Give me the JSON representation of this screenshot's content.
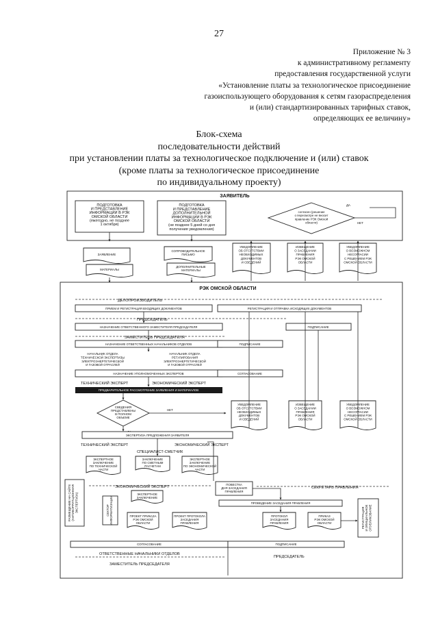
{
  "page_number": "27",
  "appendix": {
    "lines": [
      "Приложение № 3",
      "к административному регламенту",
      "предоставления государственной услуги",
      "«Установление платы за технологическое присоединение",
      "газоиспользующего оборудования к сетям газораспределения",
      "и (или) стандартизированных тарифных ставок,",
      "определяющих ее величину»"
    ]
  },
  "scheme_title": {
    "lines": [
      "Блок-схема",
      "последовательности действий",
      "при установлении платы за технологическое подключение и (или) ставок",
      "(кроме платы за технологическое присоединение",
      "по индивидуальному проекту)"
    ]
  },
  "diagram": {
    "applicant": {
      "header": "ЗАЯВИТЕЛЬ",
      "prep_1": [
        "ПОДГОТОВКА",
        "И ПРЕДСТАВЛЕНИЕ",
        "ИНФОРМАЦИИ В РЭК",
        "ОМСКОЙ ОБЛАСТИ",
        "(ежегодно, не позднее",
        "1 октября)"
      ],
      "prep_2": [
        "ПОДГОТОВКА",
        "И ПРЕДСТАВЛЕНИЕ",
        "ДОПОЛНИТЕЛЬНОЙ",
        "ИНФОРМАЦИИ В РЭК",
        "ОМСКОЙ ОБЛАСТИ",
        "(не позднее 5 дней со дня",
        "получения уведомления)"
      ],
      "decision": [
        "согласен (решение",
        "о пересмотре не вносит",
        "правление РЭК Омской",
        "области)"
      ],
      "yes": "ДА",
      "no": "НЕТ"
    },
    "docs_top": {
      "statement": "ЗАЯВЛЕНИЕ",
      "materials": "МАТЕРИАЛЫ",
      "cover_letter": [
        "СОПРОВОДИТЕЛЬНОЕ",
        "ПИСЬМО"
      ],
      "extra_materials": [
        "ДОПОЛНИТЕЛЬНЫЕ",
        "МАТЕРИАЛЫ"
      ],
      "notice_1": [
        "УВЕДОМЛЕНИЕ",
        "ОБ ОТСУТСТВИИ",
        "НЕОБХОДИМЫХ",
        "ДОКУМЕНТОВ",
        "И СВЕДЕНИЙ"
      ],
      "notice_2": [
        "ИЗВЕЩЕНИЕ",
        "О ЗАСЕДАНИИ",
        "ПРАВЛЕНИЯ",
        "РЭК ОМСКОЙ",
        "ОБЛАСТИ"
      ],
      "notice_3": [
        "УВЕДОМЛЕНИЕ",
        "О ВОЗМОЖНОМ",
        "НЕСОГЛАСИИ",
        "С РЕШЕНИЕМ РЭК",
        "ОМСКОЙ ОБЛАСТИ"
      ]
    },
    "rek": {
      "header": "РЭК ОМСКОЙ ОБЛАСТИ",
      "clerk": "ДЕЛОПРОИЗВОДИТЕЛЬ",
      "receipt": "ПРИЕМ И РЕГИСТРАЦИЯ ВХОДЯЩИХ ДОКУМЕНТОВ",
      "outgoing": "РЕГИСТРАЦИЯ И ОТПРАВКА ИСХОДЯЩИХ ДОКУМЕНТОВ",
      "chairman": "ПРЕДСЕДАТЕЛЬ",
      "assign_deputy": "НАЗНАЧЕНИЕ ОТВЕТСТВЕННОГО ЗАМЕСТИТЕЛЯ ПРЕДСЕДАТЕЛЯ",
      "signing_1": "ПОДПИСАНИЕ",
      "deputy": "ЗАМЕСТИТЕЛЬ ПРЕДСЕДАТЕЛЯ",
      "assign_heads": "НАЗНАЧЕНИЕ ОТВЕТСТВЕННЫХ НАЧАЛЬНИКОВ ОТДЕЛОВ",
      "signing_2": "ПОДПИСАНИЕ",
      "head_tech": [
        "НАЧАЛЬНИК ОТДЕЛА",
        "ТЕХНИЧЕСКОЙ ЭКСПЕРТИЗЫ",
        "ЭЛЕКТРОЭНЕРГЕТИЧЕСКОЙ",
        "И ГАЗОВОЙ ОТРАСЛЕЙ"
      ],
      "head_reg": [
        "НАЧАЛЬНИК ОТДЕЛА",
        "РЕГУЛИРОВАНИЯ",
        "ЭЛЕКТРОЭНЕРГЕТИЧЕСКОЙ",
        "И ГАЗОВОЙ ОТРАСЛЕЙ"
      ],
      "assign_experts": "НАЗНАЧЕНИЕ УПОЛНОМОЧЕННЫХ ЭКСПЕРТОВ",
      "approval": "СОГЛАСОВАНИЕ",
      "tech_expert": "ТЕХНИЧЕСКИЙ ЭКСПЕРТ",
      "econ_expert": "ЭКОНОМИЧЕСКИЙ ЭКСПЕРТ",
      "preliminary": "ПРЕДВАРИТЕЛЬНОЕ РАССМОТРЕНИЕ ЗАЯВЛЕНИЯ И МАТЕРИАЛОВ",
      "decision_2": [
        "СВЕДЕНИЯ",
        "ПРЕДСТАВЛЕНЫ",
        "В ПОЛНОМ",
        "ОБЪЕМЕ"
      ],
      "yes": "ДА",
      "no": "НЕТ",
      "notice_1b": [
        "УВЕДОМЛЕНИЕ",
        "ОБ ОТСУТСТВИИ",
        "НЕОБХОДИМЫХ",
        "ДОКУМЕНТОВ",
        "И СВЕДЕНИЙ"
      ],
      "notice_2b": [
        "ИЗВЕЩЕНИЕ",
        "О ЗАСЕДАНИИ",
        "ПРАВЛЕНИЯ",
        "РЭК ОМСКОЙ",
        "ОБЛАСТИ"
      ],
      "notice_3b": [
        "УВЕДОМЛЕНИЕ",
        "О ВОЗМОЖНОМ",
        "НЕСОГЛАСИИ",
        "С РЕШЕНИЕМ РЭК",
        "ОМСКОЙ ОБЛАСТИ"
      ],
      "expertise": "ЭКСПЕРТИЗА ПРЕДЛОЖЕНИЯ ЗАЯВИТЕЛЯ",
      "tech_expert_2": "ТЕХНИЧЕСКИЙ ЭКСПЕРТ",
      "econ_expert_2": "ЭКОНОМИЧЕСКИЙ ЭКСПЕРТ",
      "estimator": "СПЕЦИАЛИСТ-СМЕТЧИК",
      "concl_tech": [
        "ЭКСПЕРТНОЕ",
        "ЗАКЛЮЧЕНИЕ",
        "ПО ТЕХНИЧЕСКОЙ",
        "ЧАСТИ"
      ],
      "concl_est": [
        "ЗАКЛЮЧЕНИЕ",
        "ПО СМЕТНЫМ",
        "РАСЧЕТАМ"
      ],
      "concl_econ": [
        "ЭКСПЕРТНОЕ",
        "ЗАКЛЮЧЕНИЕ",
        "ПО ЭКОНОМИЧЕСКОЙ",
        "ЧАСТИ"
      ],
      "anticorruption": [
        "РАЗМЕЩЕНИЕ НА САЙТЕ",
        "(АНТИКОРРУПЦИОННАЯ",
        "ЭКСПЕРТИЗА)"
      ],
      "econ_expert_3": "ЭКОНОМИЧЕСКИЙ ЭКСПЕРТ",
      "agenda": [
        "ПОВЕСТКА",
        "ДНЯ ЗАСЕДАНИЯ",
        "ПРАВЛЕНИЯ"
      ],
      "secretary": "СЕКРЕТАРЬ ПРАВЛЕНИЯ",
      "conclusion": [
        "ЭКСПЕРТНОЕ",
        "ЗАКЛЮЧЕНИЕ"
      ],
      "info_sector": [
        "СЕКТОР",
        "ИНФОРМАТИЗАЦИИ"
      ],
      "meeting": "ПРОВЕДЕНИЕ ЗАСЕДАНИЯ ПРАВЛЕНИЯ",
      "draft_order": [
        "ПРОЕКТ ПРИКАЗА",
        "РЭК ОМСКОЙ",
        "ОБЛАСТИ"
      ],
      "draft_protocol": [
        "ПРОЕКТ ПРОТОКОЛА",
        "ЗАСЕДАНИЯ",
        "ПРАВЛЕНИЯ"
      ],
      "protocol": [
        "ПРОТОКОЛ",
        "ЗАСЕДАНИЯ",
        "ПРАВЛЕНИЯ"
      ],
      "order": [
        "ПРИКАЗ",
        "РЭК ОМСКОЙ",
        "ОБЛАСТИ"
      ],
      "publication": [
        "РЕГИСТРАЦИЯ",
        "И ОФИЦИАЛЬНОЕ",
        "ОПУБЛИКОВАНИЕ"
      ],
      "approval_2": "СОГЛАСОВАНИЕ",
      "signing_3": "ПОДПИСАНИЕ",
      "heads": "ОТВЕТСТВЕННЫЕ НАЧАЛЬНИКИ ОТДЕЛОВ",
      "deputy_2": "ЗАМЕСТИТЕЛЬ ПРЕДСЕДАТЕЛЯ",
      "chairman_2": "ПРЕДСЕДАТЕЛЬ"
    }
  }
}
